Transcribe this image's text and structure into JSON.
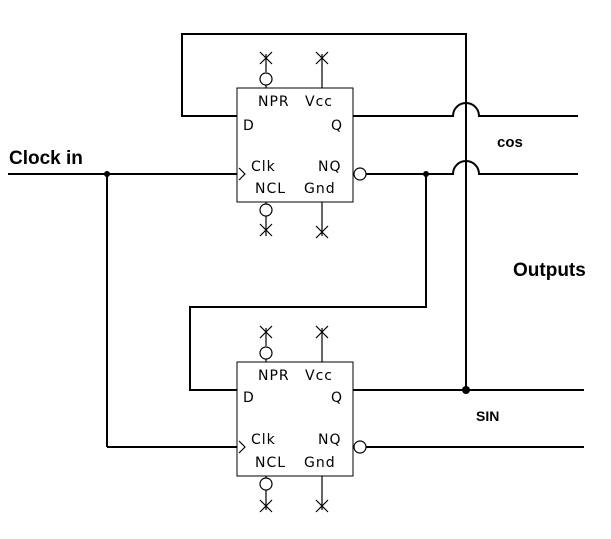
{
  "labels": {
    "clock_in": "Clock in",
    "cos": "cos",
    "sin": "SIN",
    "outputs": "Outputs"
  },
  "flipflops": [
    {
      "id": "top",
      "pins": {
        "npr": "NPR",
        "vcc": "Vcc",
        "d": "D",
        "q": "Q",
        "clk": "Clk",
        "nq": "NQ",
        "ncl": "NCL",
        "gnd": "Gnd"
      }
    },
    {
      "id": "bottom",
      "pins": {
        "npr": "NPR",
        "vcc": "Vcc",
        "d": "D",
        "q": "Q",
        "clk": "Clk",
        "nq": "NQ",
        "ncl": "NCL",
        "gnd": "Gnd"
      }
    }
  ]
}
